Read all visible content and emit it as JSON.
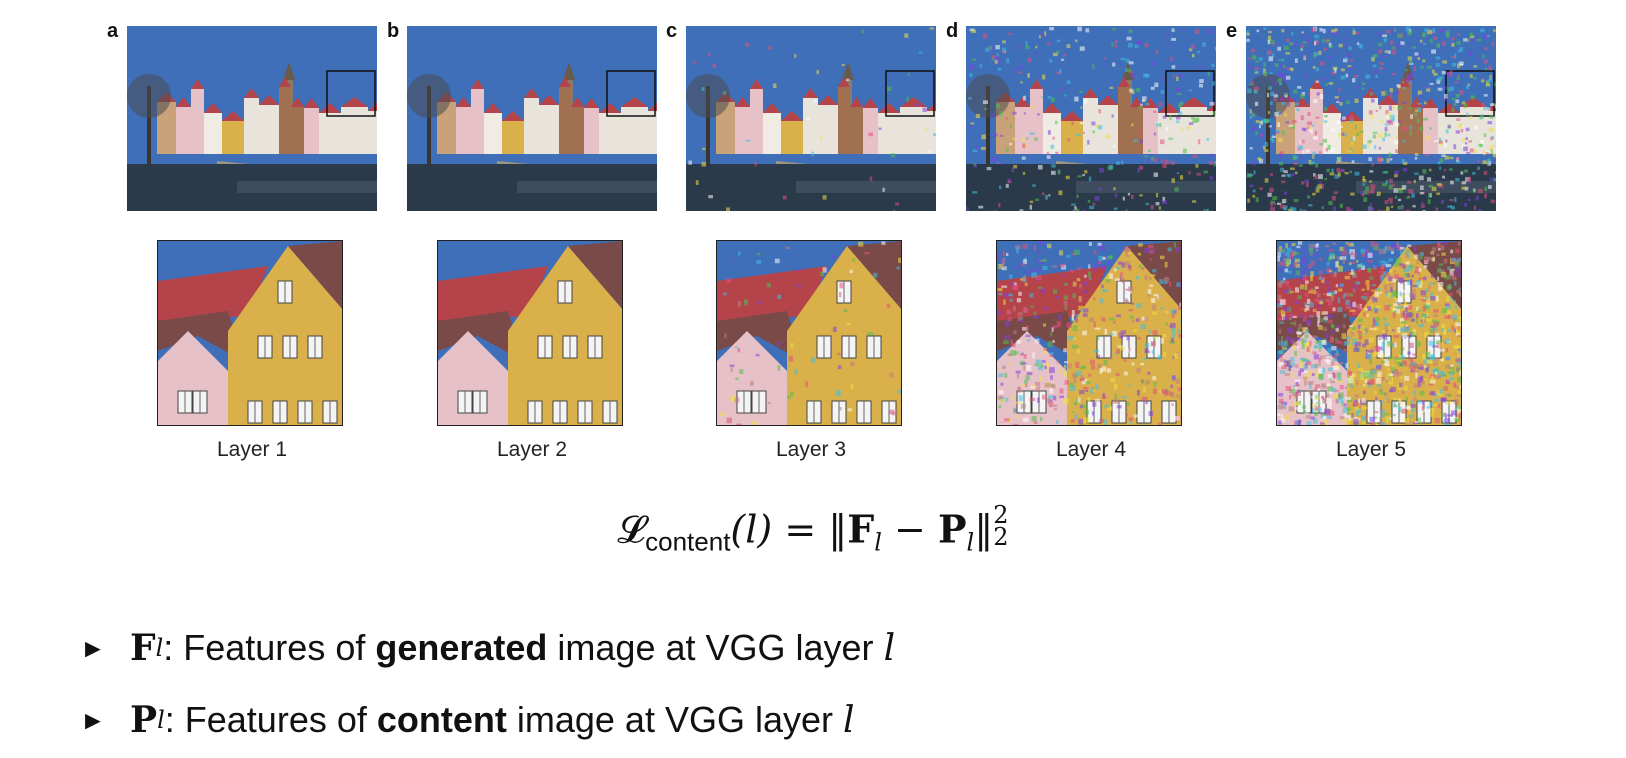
{
  "panels": [
    {
      "letter": "a",
      "caption": "Layer 1",
      "noise": 0
    },
    {
      "letter": "b",
      "caption": "Layer 2",
      "noise": 0
    },
    {
      "letter": "c",
      "caption": "Layer 3",
      "noise": 0.05
    },
    {
      "letter": "d",
      "caption": "Layer 4",
      "noise": 0.35
    },
    {
      "letter": "e",
      "caption": "Layer 5",
      "noise": 0.85
    }
  ],
  "formula": {
    "lhs_symbol": "𝓛",
    "lhs_sub": "content",
    "lhs_arg": "(l)",
    "equals": "=",
    "open_norm": "‖",
    "term1": "F",
    "term1_sub": "l",
    "minus": "−",
    "term2": "P",
    "term2_sub": "l",
    "close_norm": "‖",
    "sup": "2",
    "sub": "2"
  },
  "bullets": [
    {
      "symbol": "F",
      "sub": "l",
      "pre": ": Features of ",
      "bold": "generated",
      "post": " image at VGG layer ",
      "var": "l"
    },
    {
      "symbol": "P",
      "sub": "l",
      "pre": ": Features of ",
      "bold": "content",
      "post": " image at VGG layer ",
      "var": "l"
    }
  ],
  "colors": {
    "sky": "#3f6fb8",
    "water": "#2b3a4a",
    "facade_yellow": "#d9b04a",
    "facade_pink": "#e7c1c8",
    "roof_red": "#b4444a"
  }
}
